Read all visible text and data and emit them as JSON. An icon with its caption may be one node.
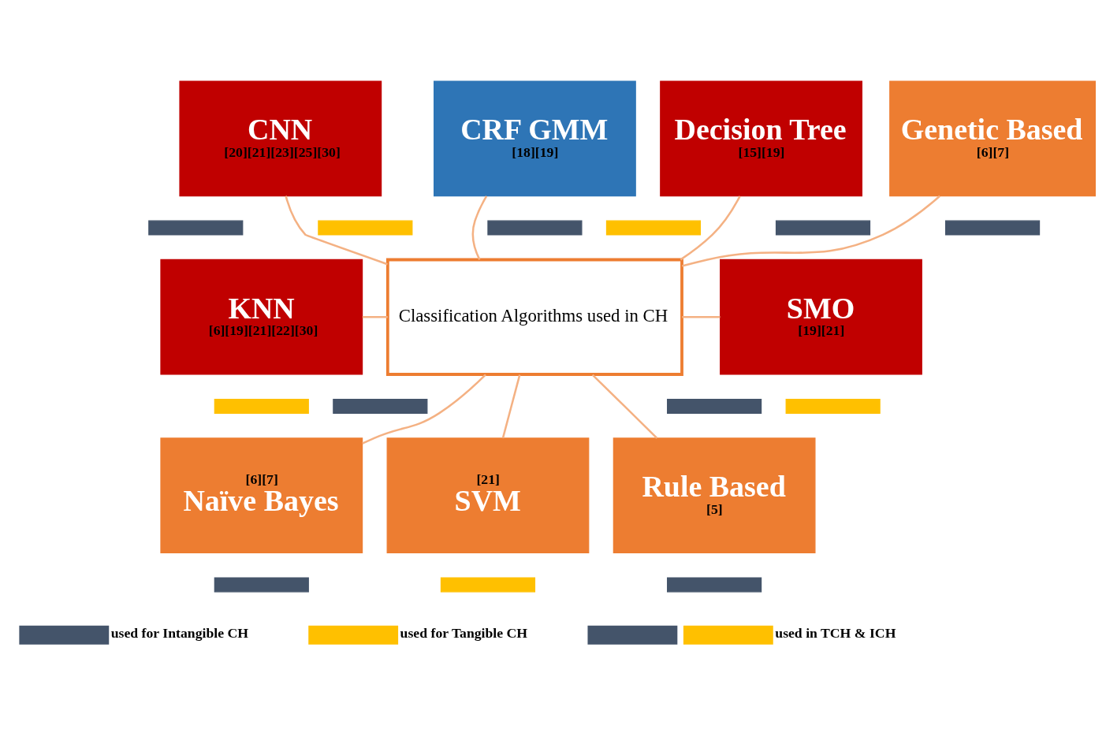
{
  "diagram": {
    "nodes": [
      {
        "text": [
          "CNN",
          "[20][21][23][25][30]"
        ]
      },
      {
        "text": [],
        "shape": "bar"
      },
      {
        "text": [],
        "shape": "bar"
      },
      {
        "text": [
          "CRF GMM",
          "[18][19]"
        ]
      },
      {
        "text": [],
        "shape": "bar"
      },
      {
        "text": [
          "Decision Tree",
          "[15][19]"
        ]
      },
      {
        "text": [],
        "shape": "bar"
      },
      {
        "text": [],
        "shape": "bar"
      },
      {
        "text": [
          "Genetic Based",
          "[6][7]"
        ]
      },
      {
        "text": [],
        "shape": "bar"
      },
      {
        "text": [
          "KNN",
          "[6][19][21][22][30]"
        ]
      },
      {
        "text": [],
        "shape": "bar"
      },
      {
        "text": [],
        "shape": "bar"
      },
      {
        "text": [
          "Classification Algorithms used in CH"
        ]
      },
      {
        "text": [
          "SMO",
          "[19][21]"
        ]
      },
      {
        "text": [],
        "shape": "bar"
      },
      {
        "text": [],
        "shape": "bar"
      },
      {
        "text": [
          "[21]",
          "SVM"
        ]
      },
      {
        "text": [],
        "shape": "bar"
      },
      {
        "text": [
          "[6][7]",
          "Naïve Bayes"
        ]
      },
      {
        "text": [],
        "shape": "bar"
      },
      {
        "text": [
          "Rule Based",
          "[5]"
        ]
      },
      {
        "text": [],
        "shape": "bar"
      }
    ],
    "edges": [
      {
        "from": 0,
        "to": 13,
        "arrow": "none"
      },
      {
        "from": 3,
        "to": 13,
        "arrow": "none"
      },
      {
        "from": 5,
        "to": 13,
        "arrow": "none"
      },
      {
        "from": 8,
        "to": 13,
        "arrow": "none"
      },
      {
        "from": 10,
        "to": 13,
        "arrow": "none"
      },
      {
        "from": 13,
        "to": 14,
        "arrow": "none"
      },
      {
        "from": 13,
        "to": 17,
        "arrow": "none"
      },
      {
        "from": 13,
        "to": 19,
        "arrow": "none"
      },
      {
        "from": 13,
        "to": 21,
        "arrow": "none"
      }
    ],
    "legend": [
      {
        "text": "used for Intangible CH",
        "color": "#44546a"
      },
      {
        "text": "used for Tangible CH",
        "color": "#ffc000"
      },
      {
        "text": "used in TCH & ICH"
      }
    ]
  }
}
